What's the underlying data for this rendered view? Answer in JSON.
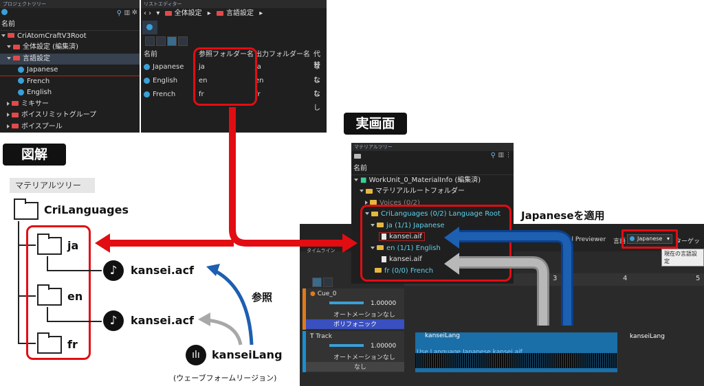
{
  "project_tree": {
    "title": "プロジェクトツリー",
    "header": "名前",
    "items": [
      "CriAtomCraftV3Root",
      "全体設定 (編集済)",
      "言語設定",
      "Japanese",
      "French",
      "English",
      "ミキサー",
      "ボイスリミットグループ",
      "ボイスプール"
    ]
  },
  "list_editor": {
    "title": "リストエディター",
    "breadcrumb": [
      "全体設定",
      "言語設定"
    ],
    "columns": [
      "名前",
      "参照フォルダー名",
      "出力フォルダー名",
      "代替"
    ],
    "rows": [
      {
        "name": "Japanese",
        "ref": "ja",
        "out": "ja",
        "alt": "なし"
      },
      {
        "name": "English",
        "ref": "en",
        "out": "en",
        "alt": "なし"
      },
      {
        "name": "French",
        "ref": "fr",
        "out": "fr",
        "alt": "なし"
      }
    ]
  },
  "labels": {
    "real_screen": "実画面",
    "diagram": "図解",
    "apply_japanese": "Japaneseを適用",
    "reference": "参照"
  },
  "diagram_tree": {
    "header": "マテリアルツリー",
    "root": "CriLanguages",
    "folders": [
      "ja",
      "en",
      "fr"
    ],
    "files": [
      "kansei.acf",
      "kansei.acf"
    ],
    "waveform_name": "kanseiLang",
    "waveform_caption": "(ウェーブフォームリージョン)"
  },
  "material_tree": {
    "title": "マテリアルツリー",
    "header": "名前",
    "items": [
      "WorkUnit_0_MaterialInfo (編集済)",
      "マテリアルルートフォルダー",
      "Voices (0/2)",
      "CriLanguages (0/2) Language Root",
      "ja (1/1) Japanese",
      "kansei.aif",
      "en (1/1) English",
      "kansei.aif",
      "fr (0/0) French"
    ]
  },
  "timeline": {
    "tab": "タイムライン",
    "previewer": "al Previewer",
    "lang_label": "言語",
    "lang_value": "Japanese",
    "target": "ターゲット",
    "tooltip": "現在の言語設定",
    "ruler_marks": [
      "3",
      "4",
      "5"
    ],
    "cue": {
      "name": "Cue_0",
      "volume": "1.00000",
      "automation": "オートメーションなし",
      "mode": "ポリフォニック"
    },
    "track": {
      "name": "Track",
      "volume": "1.00000",
      "automation": "オートメーションなし",
      "extra": "なし"
    },
    "region_label": "kanseiLang",
    "region_label2": "kanseiLang",
    "region_caption": "Use Language Japanese kansei.aif"
  }
}
